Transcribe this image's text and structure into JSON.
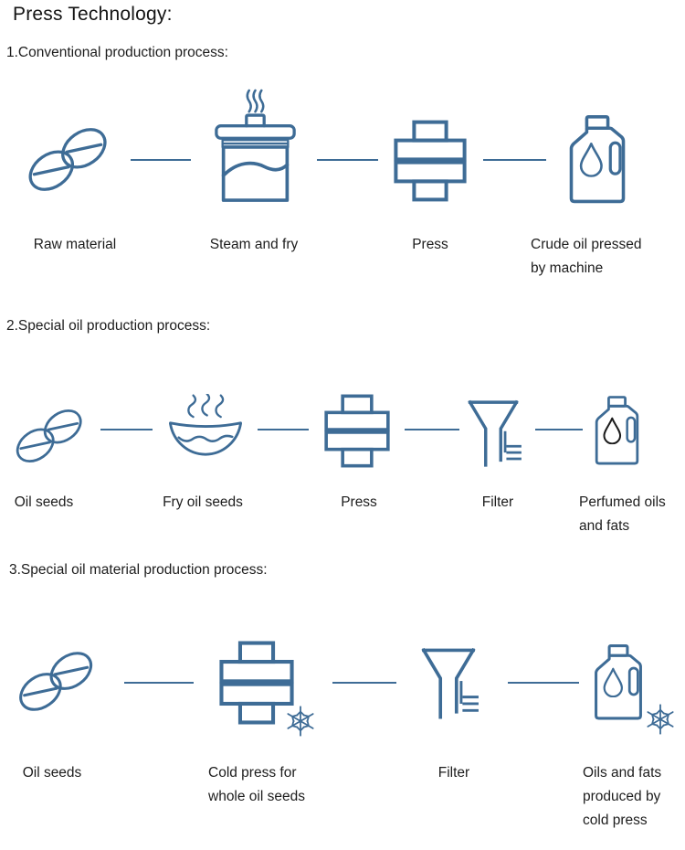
{
  "title": "Press Technology:",
  "colors": {
    "stroke_blue": "#3e6c96",
    "dark_droplet": "#1c1c1c",
    "text": "#1d1d1d"
  },
  "sections": [
    {
      "heading": "1.Conventional production process:",
      "steps": [
        {
          "icon": "oil-seeds-icon",
          "label": "Raw material"
        },
        {
          "icon": "steam-pot-icon",
          "label": "Steam and fry"
        },
        {
          "icon": "press-icon",
          "label": "Press"
        },
        {
          "icon": "oil-bottle-icon",
          "label": "Crude oil pressed\nby machine"
        }
      ]
    },
    {
      "heading": "2.Special oil production process:",
      "steps": [
        {
          "icon": "oil-seeds-icon",
          "label": "Oil seeds"
        },
        {
          "icon": "fry-wok-icon",
          "label": "Fry oil seeds"
        },
        {
          "icon": "press-icon",
          "label": "Press"
        },
        {
          "icon": "filter-funnel-icon",
          "label": "Filter"
        },
        {
          "icon": "oil-bottle-icon",
          "label": "Perfumed oils\nand fats"
        }
      ]
    },
    {
      "heading": "3.Special oil material production process:",
      "steps": [
        {
          "icon": "oil-seeds-icon",
          "label": "Oil seeds"
        },
        {
          "icon": "cold-press-snowflake-icon",
          "label": "Cold press for\nwhole oil seeds"
        },
        {
          "icon": "filter-funnel-icon",
          "label": "Filter"
        },
        {
          "icon": "cold-oil-bottle-snowflake-icon",
          "label": "Oils and fats\nproduced by\ncold press"
        }
      ]
    }
  ]
}
